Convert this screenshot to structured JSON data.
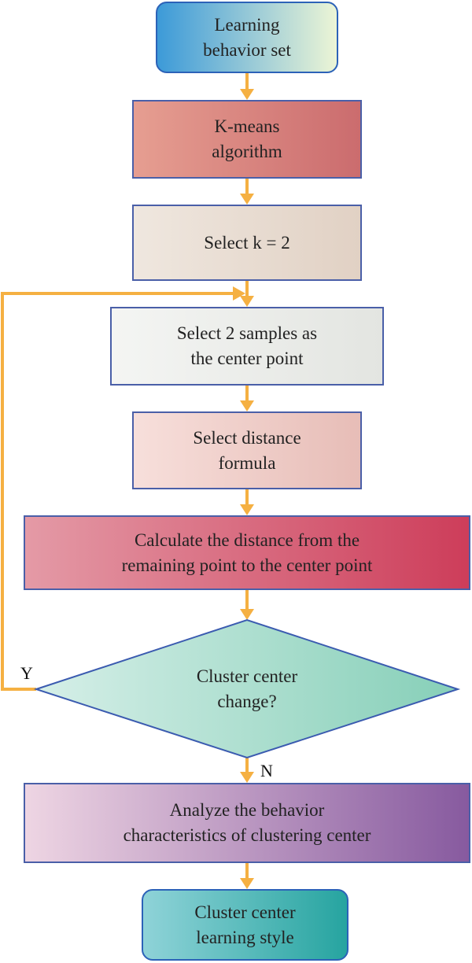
{
  "nodes": {
    "start": "Learning\nbehavior set",
    "kmeans": "K-means\nalgorithm",
    "select_k": "Select k = 2",
    "select_samples": "Select 2 samples as\nthe center point",
    "distance_formula": "Select distance\nformula",
    "calculate": "Calculate the distance from the\nremaining point to the center point",
    "decision": "Cluster center\nchange?",
    "analyze": "Analyze the behavior\ncharacteristics of clustering center",
    "end": "Cluster center\nlearning style"
  },
  "edge_labels": {
    "yes": "Y",
    "no": "N"
  },
  "colors": {
    "arrow": "#f5b042",
    "border": "#4a5fa8",
    "decision_border": "#3b5bb0"
  }
}
